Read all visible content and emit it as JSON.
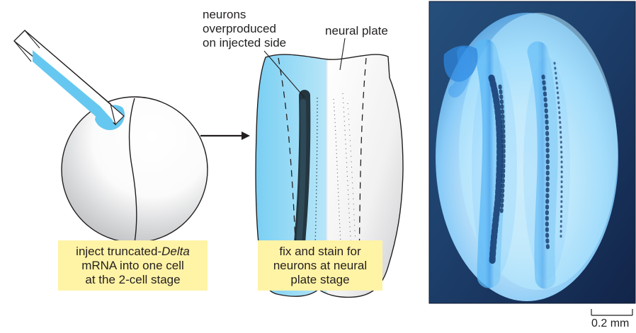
{
  "labels": {
    "neurons_overproduced": [
      "neurons",
      "overproduced",
      "on injected side"
    ],
    "neural_plate": "neural plate"
  },
  "captions": {
    "left": {
      "line1_prefix": "inject truncated-",
      "line1_emphasis": "Delta",
      "line2": "mRNA into one cell",
      "line3": "at the 2-cell stage"
    },
    "middle": {
      "line1": "fix and stain for",
      "line2": "neurons at neural",
      "line3": "plate stage"
    }
  },
  "scale_bar": {
    "label": "0.2 mm"
  },
  "colors": {
    "injection_blue": "#66c8f0",
    "caption_yellow": "#fff3a6",
    "embryo_gray": "#cfd0d2",
    "photo_background": "#1b2d57",
    "text": "#231f20"
  },
  "icons": {
    "pipette": "micropipette-icon",
    "arrow": "right-arrow-icon"
  }
}
